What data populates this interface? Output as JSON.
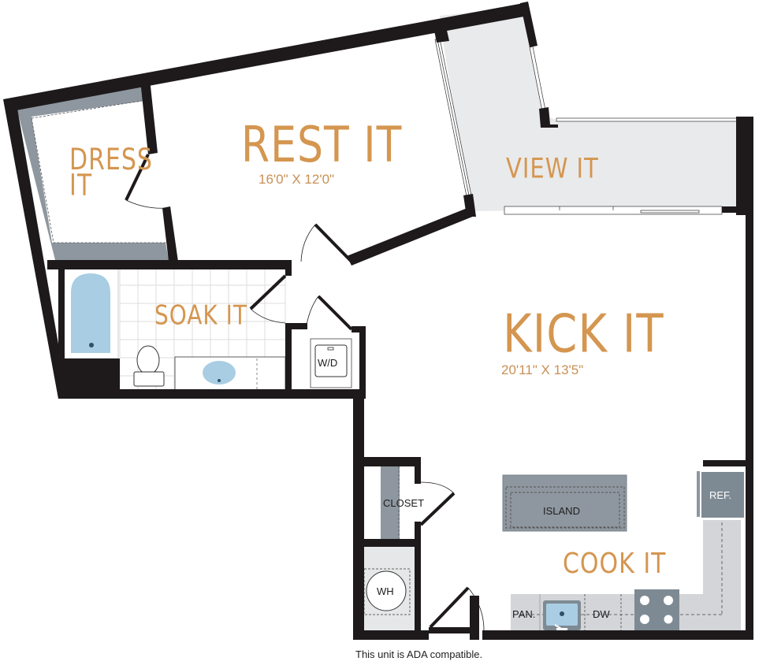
{
  "floorplan": {
    "colors": {
      "wall": "#1e1a1b",
      "accent_text": "#d49650",
      "closet_gray": "#8e979f",
      "balcony_fill": "#e9eaeb",
      "counter_fill": "#d3d5d8",
      "appliance_gray": "#7e8a93",
      "water_blue": "#a9cde3",
      "tile_line": "#d9d9d9"
    },
    "rooms": {
      "rest": {
        "name": "REST IT",
        "dimensions": "16'0\" X 12'0\""
      },
      "dress": {
        "name_line1": "DRESS",
        "name_line2": "IT"
      },
      "view": {
        "name": "VIEW IT"
      },
      "soak": {
        "name": "SOAK IT"
      },
      "kick": {
        "name": "KICK IT",
        "dimensions": "20'11\" X 13'5\""
      },
      "cook": {
        "name": "COOK IT"
      }
    },
    "fixtures": {
      "washer_dryer": "W/D",
      "closet": "CLOSET",
      "island": "ISLAND",
      "refrigerator": "REF.",
      "water_heater": "WH",
      "pantry": "PAN.",
      "dishwasher": "DW"
    },
    "note": "This unit is ADA compatible."
  }
}
